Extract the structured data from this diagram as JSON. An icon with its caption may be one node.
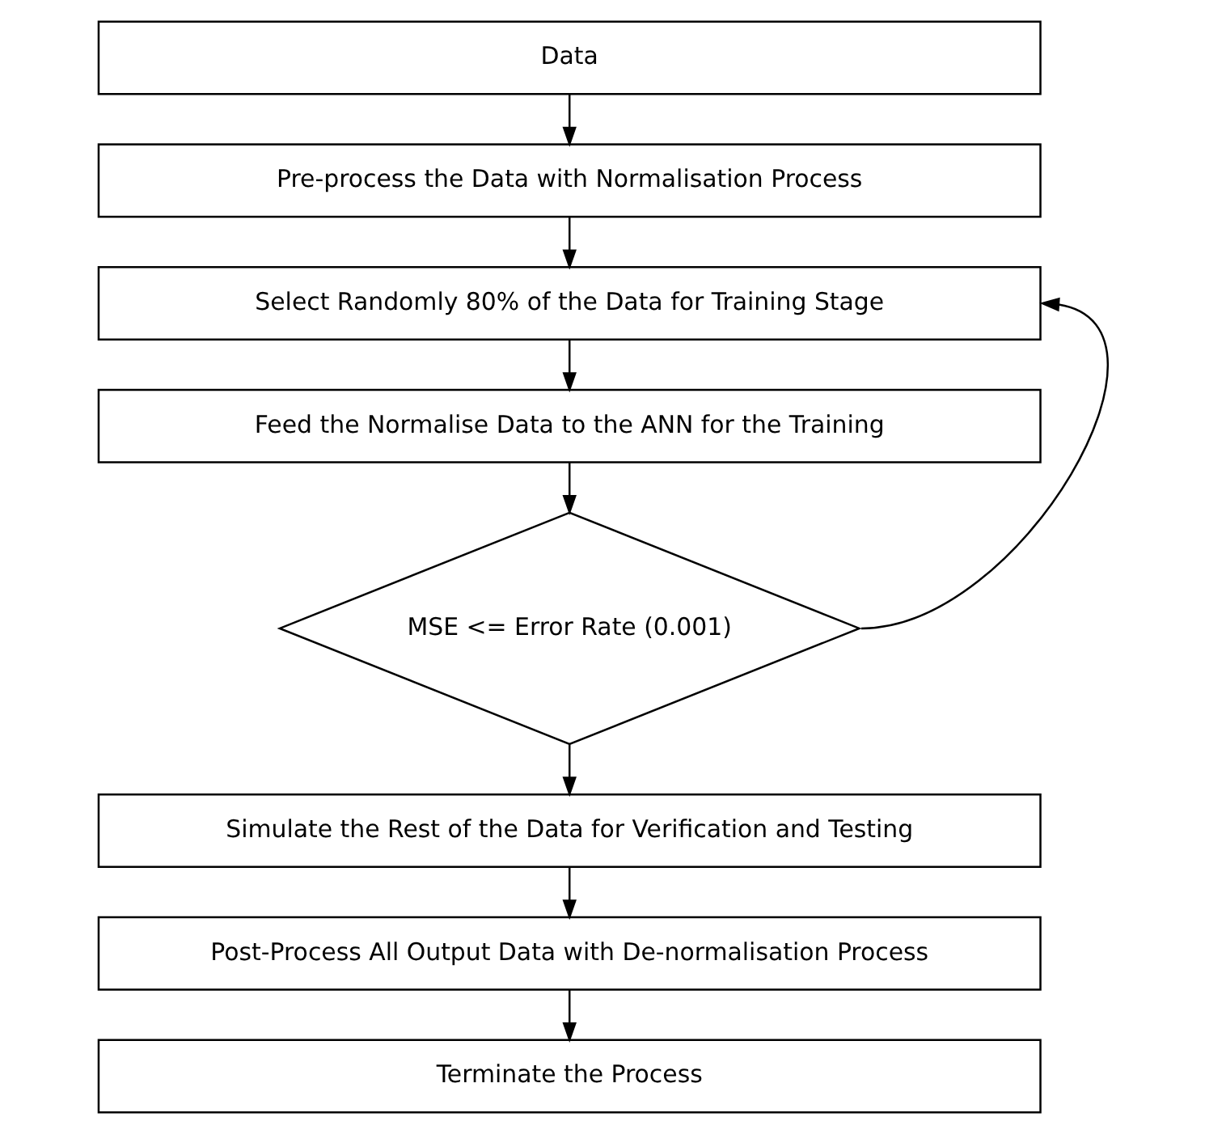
{
  "diagram": {
    "nodes": [
      {
        "text": [
          "Data"
        ]
      },
      {
        "text": [
          "Pre-process the Data with Normalisation Process"
        ]
      },
      {
        "text": [
          "Select Randomly 80% of the Data for Training Stage"
        ]
      },
      {
        "text": [
          "Feed the Normalise Data to the ANN for the Training"
        ]
      },
      {
        "text": [
          "MSE <= Error Rate (0.001)"
        ]
      },
      {
        "text": [
          "Simulate the Rest of the Data for Verification and Testing"
        ]
      },
      {
        "text": [
          "Post-Process All Output Data with De-normalisation Process"
        ]
      },
      {
        "text": [
          "Terminate the Process"
        ]
      }
    ],
    "edges": [
      {
        "from": 0,
        "to": 1,
        "arrow": "to"
      },
      {
        "from": 1,
        "to": 2,
        "arrow": "to"
      },
      {
        "from": 2,
        "to": 3,
        "arrow": "to"
      },
      {
        "from": 3,
        "to": 4,
        "arrow": "to"
      },
      {
        "from": 4,
        "to": 2,
        "arrow": "to"
      },
      {
        "from": 4,
        "to": 5,
        "arrow": "to"
      },
      {
        "from": 5,
        "to": 6,
        "arrow": "to"
      },
      {
        "from": 6,
        "to": 7,
        "arrow": "to"
      }
    ]
  }
}
